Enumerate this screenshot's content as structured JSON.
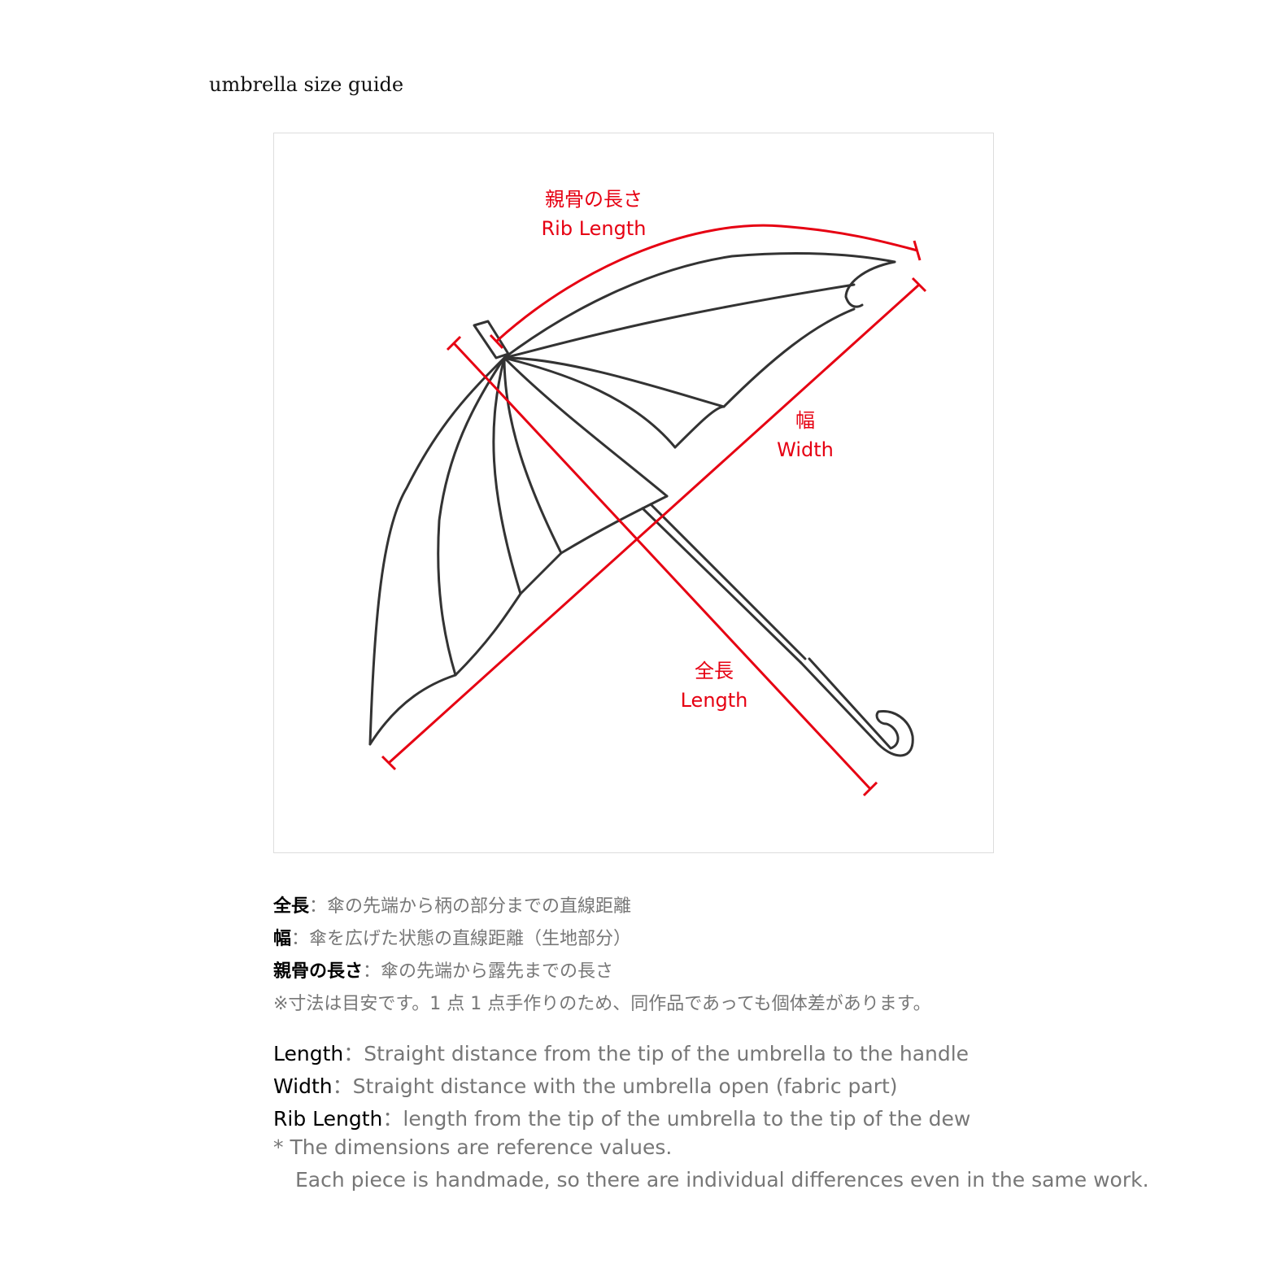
{
  "title": "umbrella size guide",
  "diagram": {
    "rib_label_jp": "親骨の長さ",
    "rib_label_en": "Rib Length",
    "width_label_jp": "幅",
    "width_label_en": "Width",
    "length_label_jp": "全長",
    "length_label_en": "Length",
    "accent_color": "#e60012"
  },
  "jp_notes": [
    {
      "term": "全長",
      "sep": "：",
      "text": "傘の先端から柄の部分までの直線距離"
    },
    {
      "term": "幅",
      "sep": "：",
      "text": "傘を広げた状態の直線距離（生地部分）"
    },
    {
      "term": "親骨の長さ",
      "sep": "：",
      "text": "傘の先端から露先までの長さ"
    }
  ],
  "jp_disclaimer": "※寸法は目安です。1 点 1 点手作りのため、同作品であっても個体差があります。",
  "en_notes": [
    {
      "term": "Length",
      "sep": "：",
      "text": "Straight distance from the tip of the umbrella to the handle"
    },
    {
      "term": "Width",
      "sep": "：",
      "text": "Straight distance with the umbrella open (fabric part)"
    },
    {
      "term": "Rib Length",
      "sep": "：",
      "text": "length from the tip of the umbrella to the tip of the dew"
    }
  ],
  "en_disclaimer_1": "* The dimensions are reference values.",
  "en_disclaimer_2": "Each piece is handmade, so there are individual differences even in the same work."
}
